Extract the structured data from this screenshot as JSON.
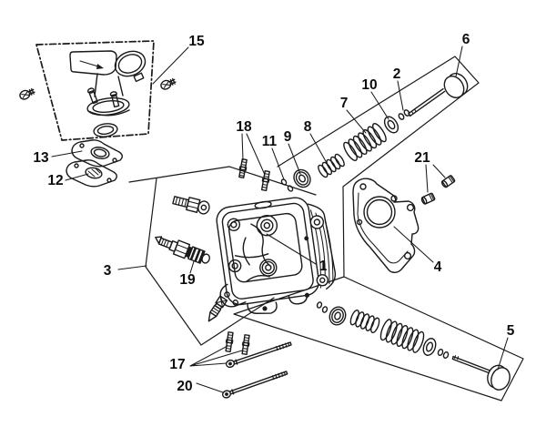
{
  "colors": {
    "ink": "#1a1a1a",
    "background": "#ffffff"
  },
  "callouts": {
    "c1": "1",
    "c2": "2",
    "c3": "3",
    "c4": "4",
    "c5": "5",
    "c6": "6",
    "c7": "7",
    "c8": "8",
    "c9": "9",
    "c10": "10",
    "c11": "11",
    "c12": "12",
    "c13": "13",
    "c15": "15",
    "c17": "17",
    "c18": "18",
    "c19": "19",
    "c20": "20",
    "c21": "21"
  }
}
